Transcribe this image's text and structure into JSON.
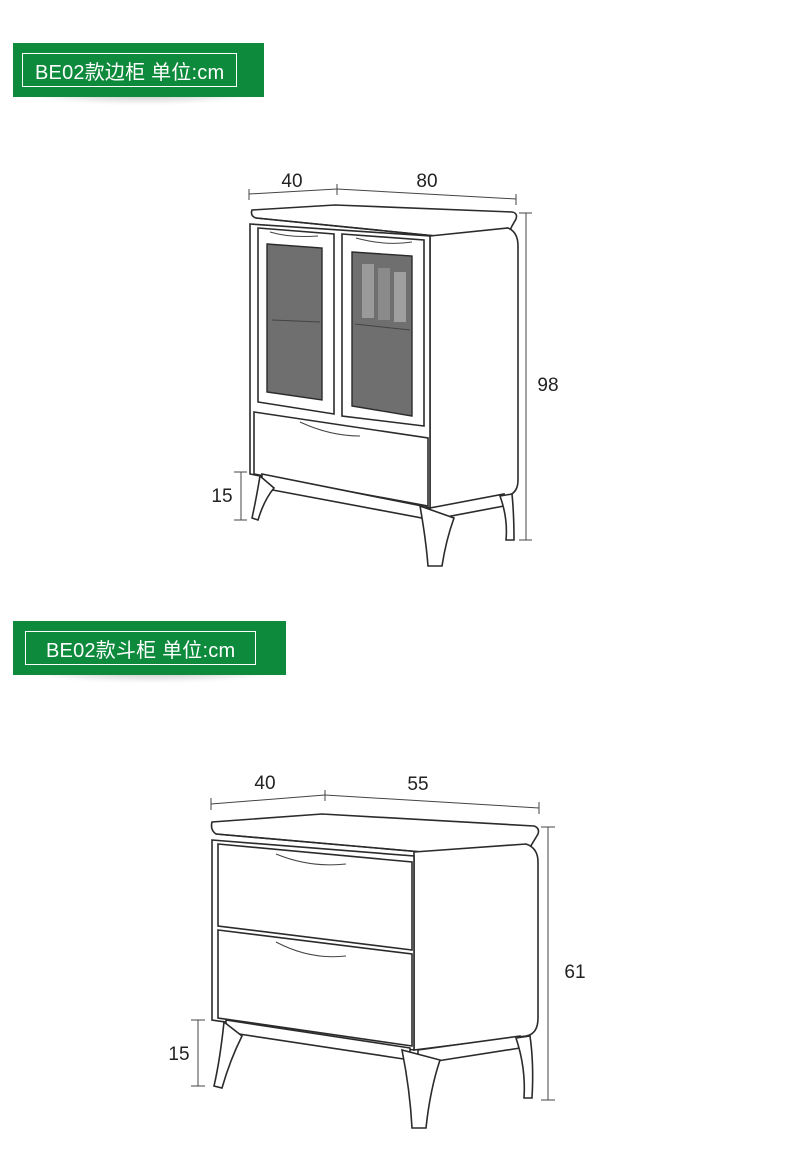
{
  "colors": {
    "badge_green": "#0e8a3c",
    "badge_text": "#ffffff",
    "line": "#2b2b2b"
  },
  "side_cabinet": {
    "title": "BE02款边柜 单位:cm",
    "depth": "40",
    "width": "80",
    "height": "98",
    "leg_height": "15"
  },
  "nightstand": {
    "title": "BE02款斗柜 单位:cm",
    "depth": "40",
    "width": "55",
    "height": "61",
    "leg_height": "15"
  }
}
